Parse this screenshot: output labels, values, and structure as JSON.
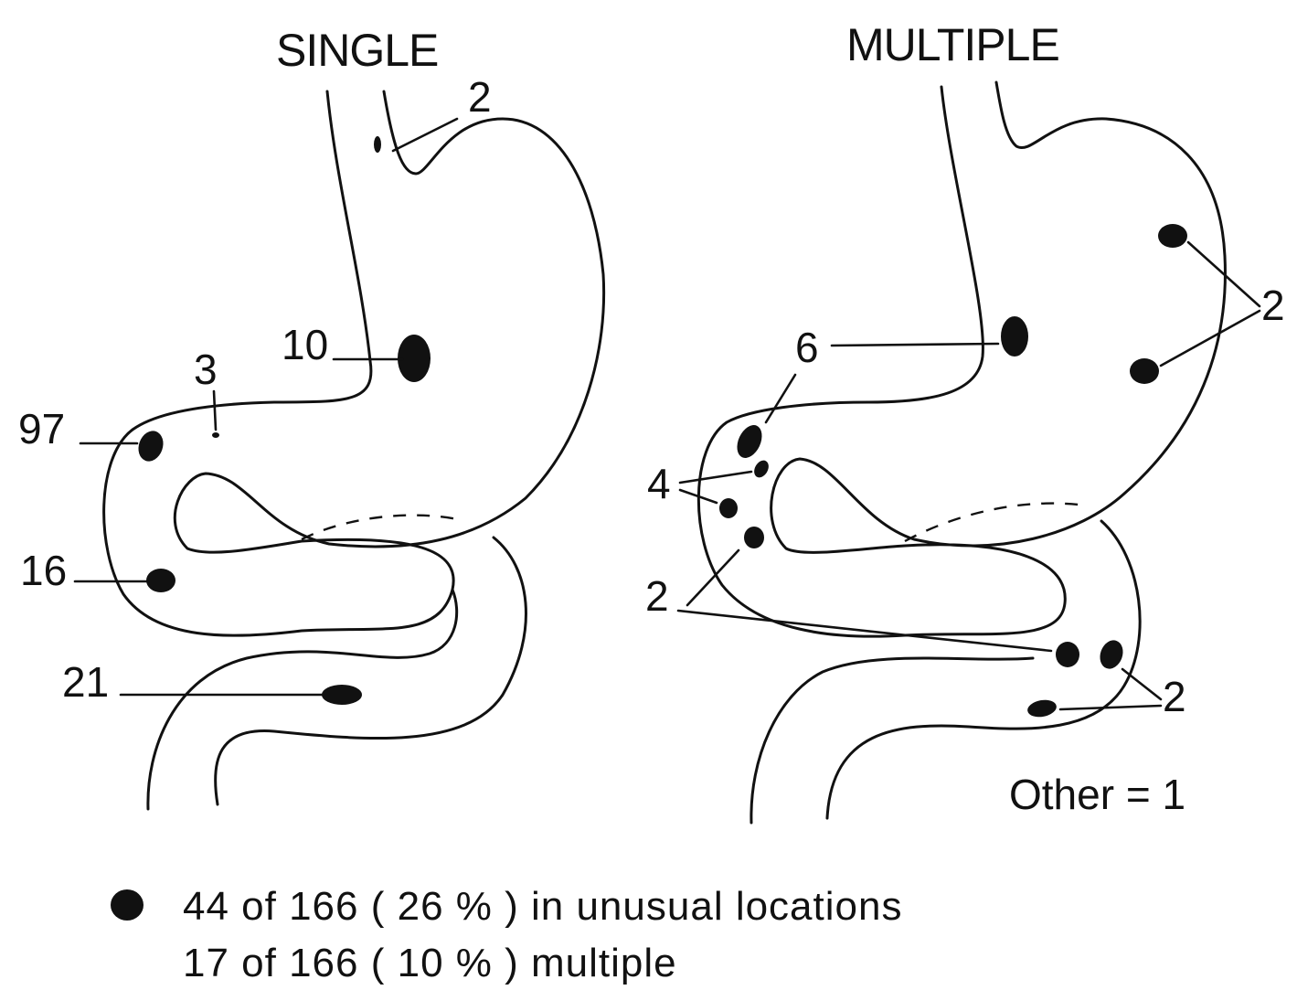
{
  "single": {
    "title": "SINGLE",
    "labels": {
      "cardia": "2",
      "body": "10",
      "pylorus": "3",
      "bulb": "97",
      "post_bulbar": "16",
      "distal_duodenum": "21"
    }
  },
  "multiple": {
    "title": "MULTIPLE",
    "labels": {
      "body": "6",
      "greater_curve": "2",
      "bulb_pair": "4",
      "bulb_duodenal": "2",
      "distal_duodenum": "2"
    },
    "other": "Other = 1"
  },
  "legend": {
    "unusual": "44  of  166  ( 26 % )  in  unusual  locations",
    "multiple": "17  of  166  ( 10 % )  multiple"
  },
  "colors": {
    "ink": "#111111",
    "background": "#ffffff"
  }
}
